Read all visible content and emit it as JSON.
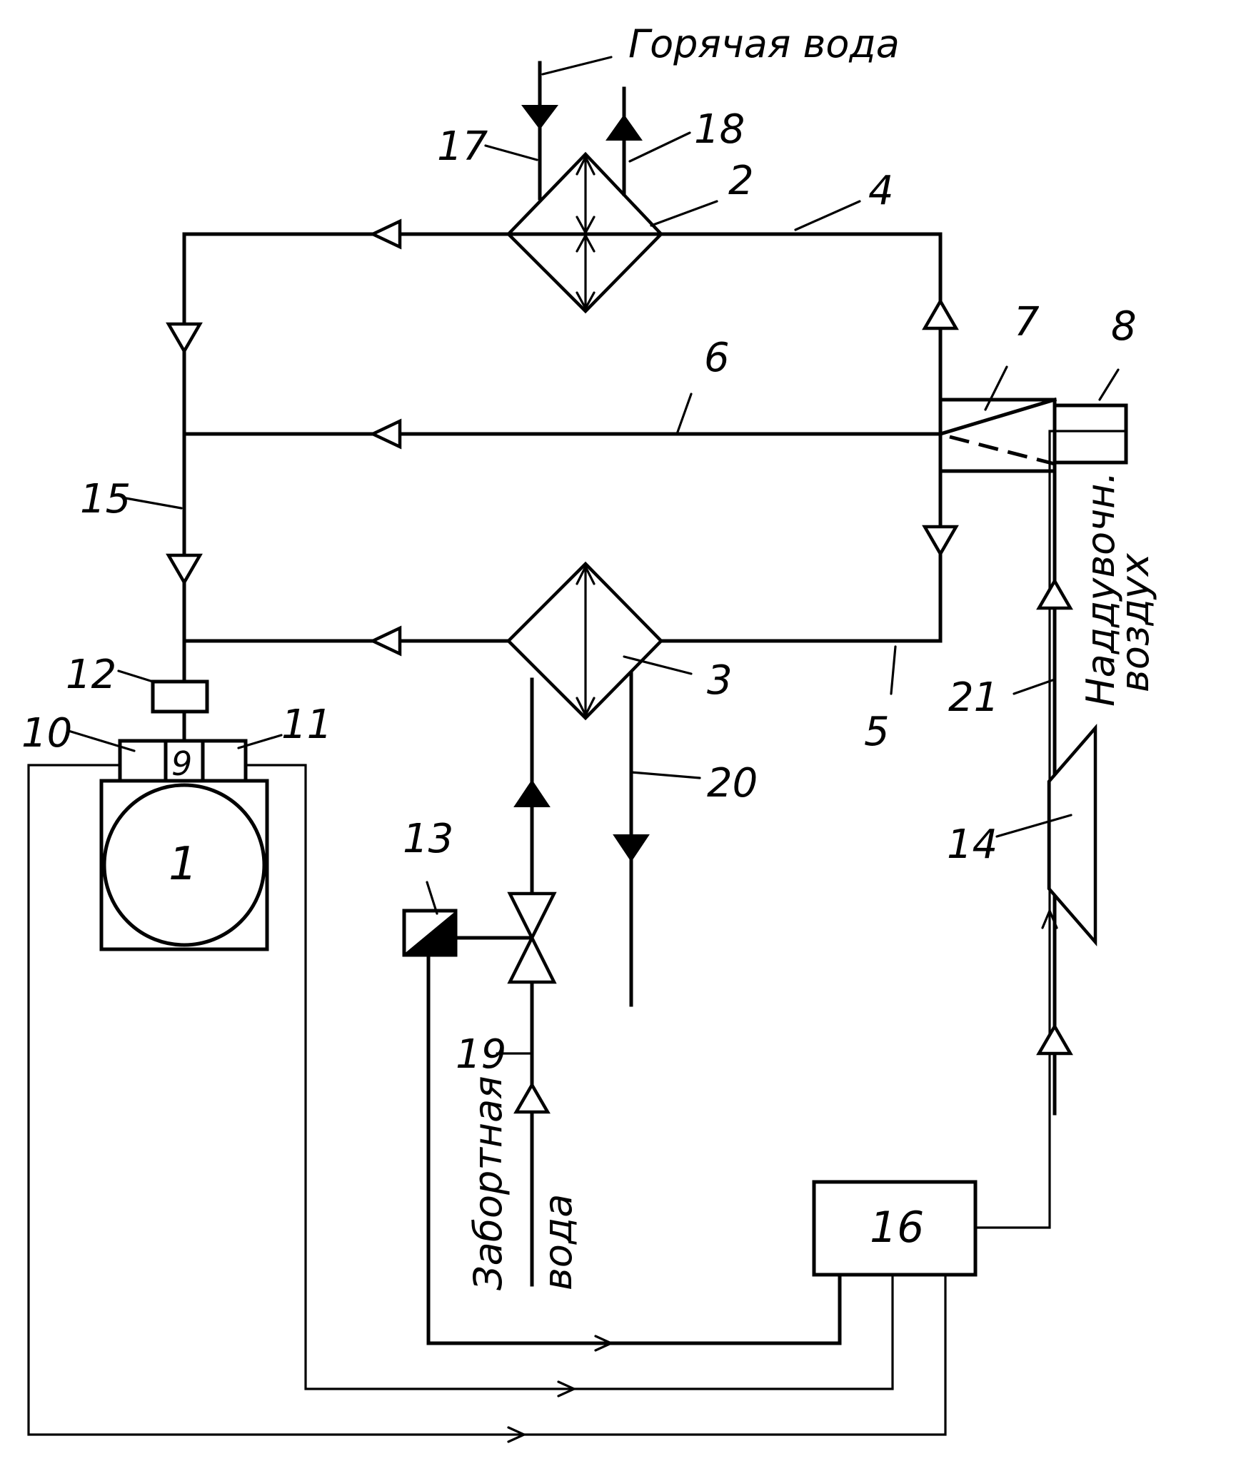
{
  "labels": {
    "hot_water": "Горячая вода",
    "sea_water_1": "Забортная",
    "sea_water_2": "вода",
    "charge_air_1": "Наддувочн.",
    "charge_air_2": "воздух"
  },
  "numbers": {
    "n1": "1",
    "n2": "2",
    "n3": "3",
    "n4": "4",
    "n5": "5",
    "n6": "6",
    "n7": "7",
    "n8": "8",
    "n9": "9",
    "n10": "10",
    "n11": "11",
    "n12": "12",
    "n13": "13",
    "n14": "14",
    "n15": "15",
    "n16": "16",
    "n17": "17",
    "n18": "18",
    "n19": "19",
    "n20": "20",
    "n21": "21"
  }
}
